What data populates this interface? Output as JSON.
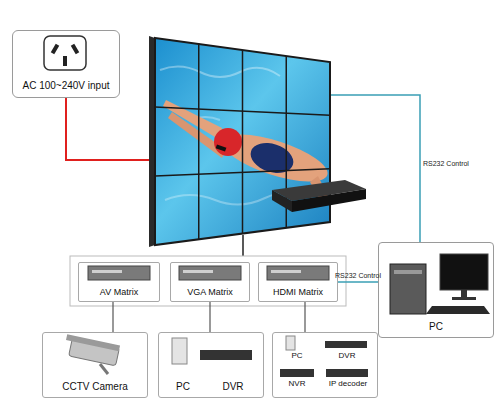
{
  "diagram": {
    "nodes": [
      {
        "text": [
          "AC 100~240V input"
        ]
      },
      {
        "text": [
          "PC"
        ]
      },
      {
        "text": [
          "AV Matrix"
        ]
      },
      {
        "text": [
          "VGA Matrix"
        ]
      },
      {
        "text": [
          "HDMI Matrix"
        ]
      },
      {
        "text": [
          "CCTV Camera"
        ]
      },
      {
        "text": [
          "PC",
          "DVR"
        ]
      },
      {
        "text": [
          "PC",
          "DVR",
          "NVR",
          "IP decoder"
        ]
      }
    ],
    "edges": [
      {
        "from": 1,
        "to": 4,
        "label": "RS232 Control",
        "arrow": "none"
      },
      {
        "from": 2,
        "to": 5,
        "arrow": "none"
      },
      {
        "from": 3,
        "to": 6,
        "arrow": "none"
      },
      {
        "from": 4,
        "to": 7,
        "arrow": "none"
      }
    ],
    "labels": [
      "RS232 Control"
    ]
  }
}
